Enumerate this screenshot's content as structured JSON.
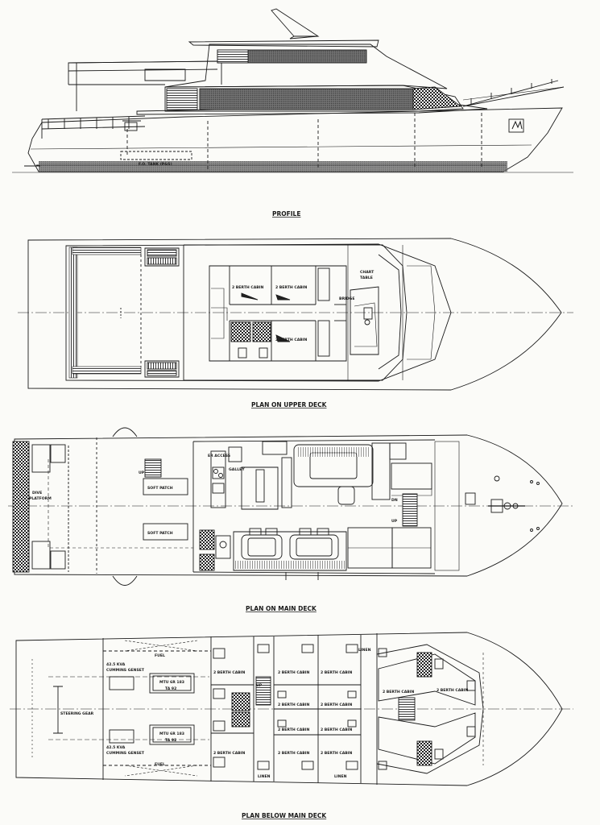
{
  "titles": {
    "profile": "PROFILE",
    "upper": "PLAN ON UPPER DECK",
    "main": "PLAN ON MAIN DECK",
    "below": "PLAN BELOW MAIN DECK"
  },
  "profile": {
    "fuel_tank": "F.O. TANK (P&S)"
  },
  "upper": {
    "cabins": [
      "2 BERTH CABIN",
      "2 BERTH CABIN",
      "2 BERTH CABIN"
    ],
    "chart_table": [
      "CHART",
      "TABLE"
    ],
    "bridge": "BRIDGE"
  },
  "main": {
    "dive_platform": [
      "DIVE",
      "PLATFORM"
    ],
    "er_access": "ER ACCESS",
    "galley": "GALLEY",
    "soft_patch_1": "SOFT PATCH",
    "soft_patch_2": "SOFT PATCH",
    "up": "UP",
    "dn": "DN",
    "up2": "UP"
  },
  "below": {
    "fuel_1": "FUEL",
    "fuel_2": "FUEL",
    "genset_1": [
      "42.5 KVA",
      "CUMMINS GENSET"
    ],
    "genset_2": [
      "42.5 KVA",
      "CUMMINS GENSET"
    ],
    "engine_1": [
      "MTU 6R 183",
      "TA 92"
    ],
    "engine_2": [
      "MTU 6R 183",
      "TA 92"
    ],
    "steering": "STEERING GEAR",
    "linen_1": "LINEN",
    "linen_2": "LINEN",
    "linen_3": "LINEN",
    "up": "UP",
    "cabins": [
      "2 BERTH CABIN",
      "2 BERTH CABIN",
      "2 BERTH CABIN",
      "2 BERTH CABIN",
      "2 BERTH CABIN",
      "2 BERTH CABIN",
      "2 BERTH CABIN",
      "2 BERTH CABIN",
      "2 BERTH CABIN",
      "2 BERTH CABIN",
      "2 BERTH CABIN",
      "2 BERTH CABIN"
    ]
  }
}
